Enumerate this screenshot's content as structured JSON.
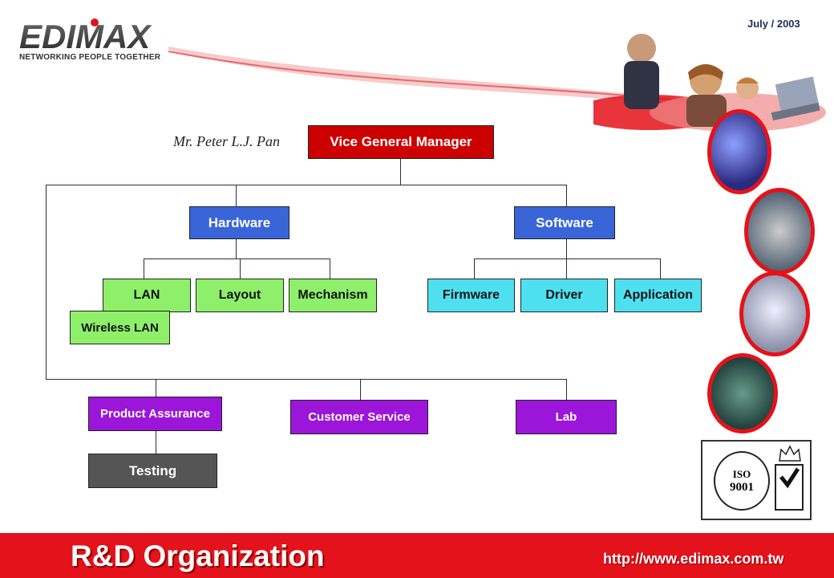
{
  "header": {
    "date": "July / 2003",
    "logo_text": "EDIMAX",
    "tagline": "NETWORKING PEOPLE TOGETHER"
  },
  "diagram": {
    "manager_name": "Mr. Peter L.J. Pan",
    "nodes": {
      "vgm": "Vice General Manager",
      "hardware": "Hardware",
      "software": "Software",
      "lan": "LAN",
      "layout": "Layout",
      "mechanism": "Mechanism",
      "wireless_lan": "Wireless LAN",
      "firmware": "Firmware",
      "driver": "Driver",
      "application": "Application",
      "product_assurance": "Product Assurance",
      "customer_service": "Customer Service",
      "lab": "Lab",
      "testing": "Testing"
    }
  },
  "badge": {
    "iso_text": "ISO",
    "iso_number": "9001"
  },
  "footer": {
    "title": "R&D Organization",
    "url": "http://www.edimax.com.tw"
  },
  "colors": {
    "manager": "#cc0000",
    "blue": "#3a65d8",
    "green": "#8ef06a",
    "cyan": "#4fe0f0",
    "purple": "#9b16d8",
    "gray": "#555555",
    "footer": "#e4121a"
  }
}
